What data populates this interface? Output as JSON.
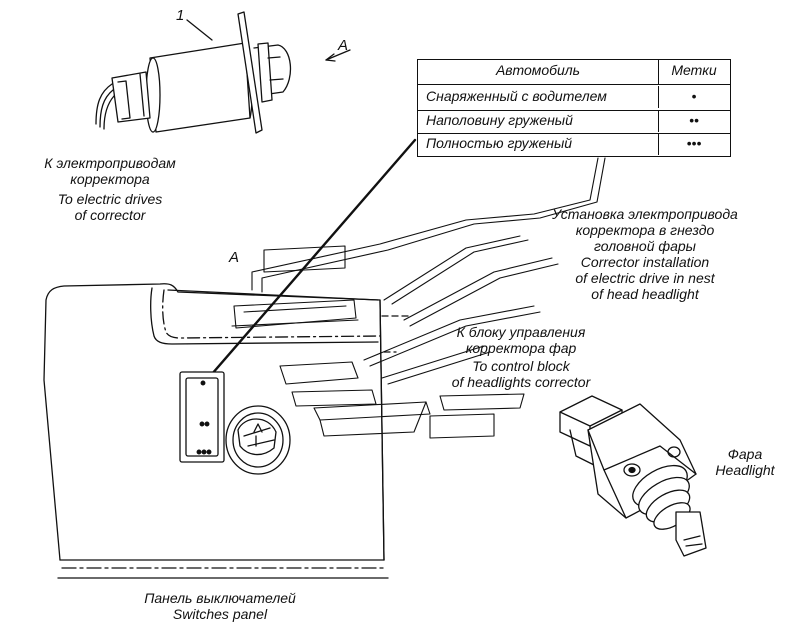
{
  "diagram": {
    "item_number": "1",
    "view_marker_top": "A",
    "view_marker_mid": "A"
  },
  "table": {
    "header": {
      "vehicle": "Автомобиль",
      "marks": "Метки"
    },
    "rows": [
      {
        "vehicle": "Снаряженный с водителем",
        "marks": "•"
      },
      {
        "vehicle": "Наполовину груженый",
        "marks": "••"
      },
      {
        "vehicle": "Полностью груженый",
        "marks": "•••"
      }
    ]
  },
  "labels": {
    "to_drives_ru_1": "К электроприводам",
    "to_drives_ru_2": "корректора",
    "to_drives_en_1": "To electric drives",
    "to_drives_en_2": "of corrector",
    "install_ru_1": "Установка электропривода",
    "install_ru_2": "корректора в гнездо",
    "install_ru_3": "головной фары",
    "install_en_1": "Corrector installation",
    "install_en_2": "of electric drive in nest",
    "install_en_3": "of head headlight",
    "control_ru_1": "К блоку управления",
    "control_ru_2": "корректора фар",
    "control_en_1": "To control block",
    "control_en_2": "of headlights corrector",
    "headlight_ru": "Фара",
    "headlight_en": "Headlight",
    "panel_ru": "Панель выключателей",
    "panel_en": "Switches panel"
  }
}
